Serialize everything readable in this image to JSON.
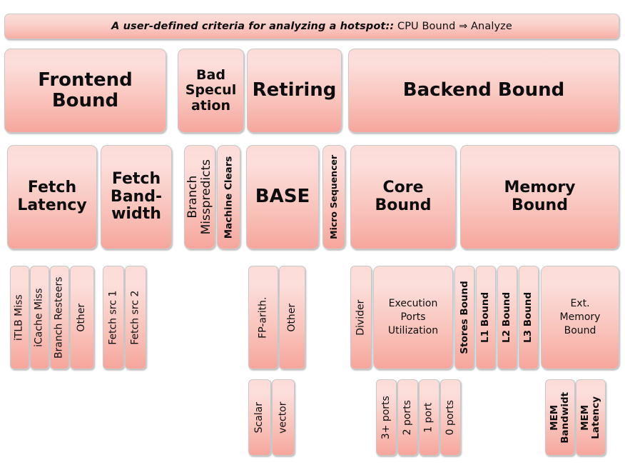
{
  "banner": {
    "italic_part": "A user-defined criteria for analyzing a hotspot::",
    "plain_part": " CPU Bound ⇒ Analyze"
  },
  "level1": {
    "frontend_bound": "Frontend\nBound",
    "bad_speculation": "Bad\nSpecul\nation",
    "retiring": "Retiring",
    "backend_bound": "Backend Bound"
  },
  "level2": {
    "fetch_latency": "Fetch\nLatency",
    "fetch_bandwidth": "Fetch\nBand-\nwidth",
    "branch_mispredicts": "Branch\nMisspredicts",
    "machine_clears": "Machine Clears",
    "base": "BASE",
    "micro_sequencer": "Micro Sequencer",
    "core_bound": "Core\nBound",
    "memory_bound": "Memory\nBound"
  },
  "level3": {
    "itlb_miss": "iTLB Miss",
    "icache_miss": "iCache Miss",
    "branch_resteers": "Branch Resteers",
    "other_fe": "Other",
    "fetch_src_1": "Fetch src 1",
    "fetch_src_2": "Fetch src 2",
    "fp_arith": "FP-arith.",
    "other_base": "Other",
    "divider": "Divider",
    "execution_ports_utilization": "Execution\nPorts\nUtilization",
    "stores_bound": "Stores Bound",
    "l1_bound": "L1 Bound",
    "l2_bound": "L2 Bound",
    "l3_bound": "L3 Bound",
    "ext_memory_bound": "Ext.\nMemory\nBound"
  },
  "level4": {
    "scalar": "Scalar",
    "vector": "vector",
    "ports_3plus": "3+ ports",
    "ports_2": "2 ports",
    "ports_1": "1 port",
    "ports_0": "0 ports",
    "mem_bandwidth": "MEM\nBandwidt",
    "mem_latency": "MEM\nLatency"
  },
  "colors": {
    "box_top": "#fbdcd7",
    "box_bottom": "#f6a69c",
    "border": "#c9c9c9",
    "text": "#0d0d0d",
    "background": "#ffffff"
  }
}
